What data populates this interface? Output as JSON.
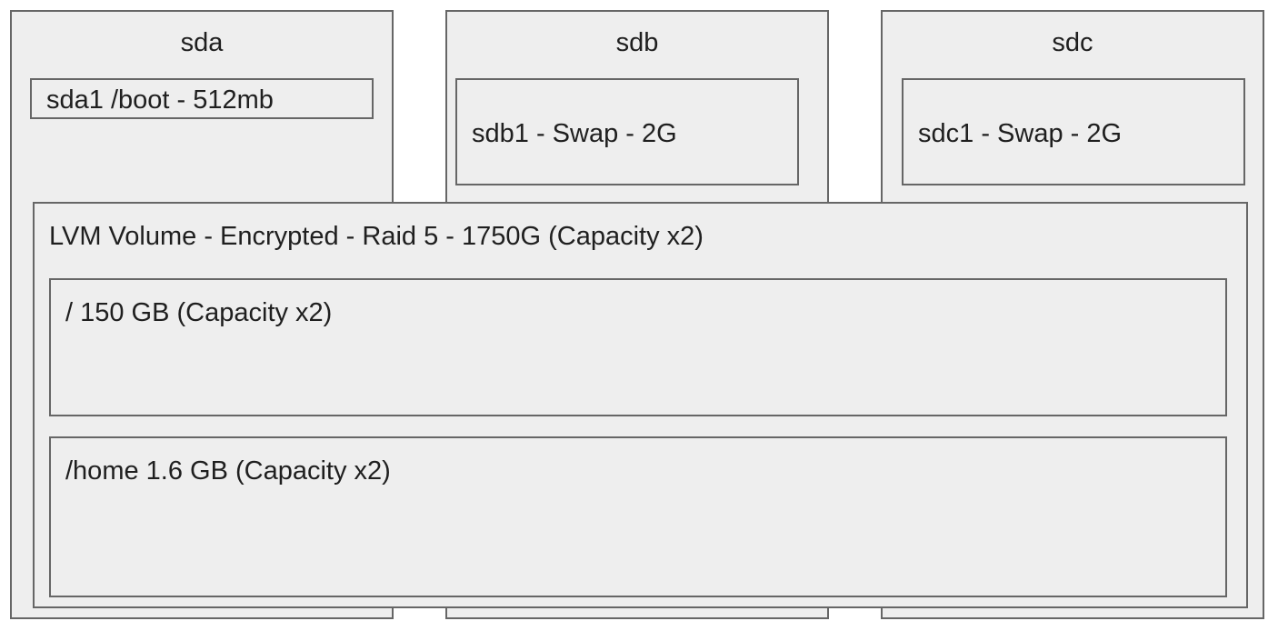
{
  "disks": [
    {
      "name": "sda",
      "partition": "sda1 /boot - 512mb"
    },
    {
      "name": "sdb",
      "partition": "sdb1 - Swap - 2G"
    },
    {
      "name": "sdc",
      "partition": "sdc1 - Swap - 2G"
    }
  ],
  "lvm": {
    "title": "LVM Volume - Encrypted - Raid 5 - 1750G (Capacity x2)",
    "volumes": [
      {
        "label": "/ 150 GB (Capacity x2)"
      },
      {
        "label": "/home 1.6 GB (Capacity x2)"
      }
    ]
  }
}
